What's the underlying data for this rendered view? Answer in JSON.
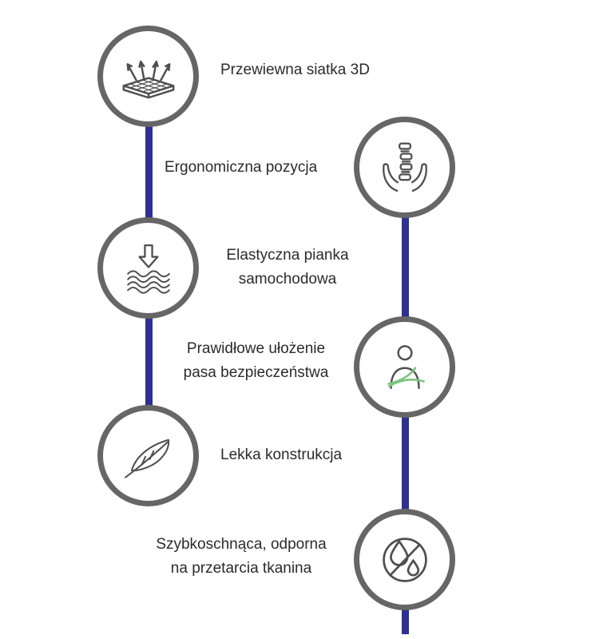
{
  "infographic": {
    "features": {
      "mesh": {
        "label": "Przewiewna siatka 3D",
        "icon": "mesh-3d-icon"
      },
      "ergonomic": {
        "label": "Ergonomiczna pozycja",
        "icon": "spine-hands-icon"
      },
      "foam": {
        "line1": "Elastyczna pianka",
        "line2": "samochodowa",
        "icon": "arrow-foam-icon"
      },
      "belt": {
        "line1": "Prawidłowe ułożenie",
        "line2": "pasa bezpieczeństwa",
        "icon": "seatbelt-icon"
      },
      "light": {
        "label": "Lekka konstrukcja",
        "icon": "feather-icon"
      },
      "fabric": {
        "line1": "Szybkoschnąca, odporna",
        "line2": "na przetarcia tkanina",
        "icon": "no-water-icon"
      }
    },
    "colors": {
      "background": "#ffffff",
      "connector": "#2e3192",
      "circle_border": "#666666",
      "icon_stroke": "#4f4f4f",
      "belt_accent": "#7cc47f",
      "text": "#2b2b2b"
    }
  }
}
